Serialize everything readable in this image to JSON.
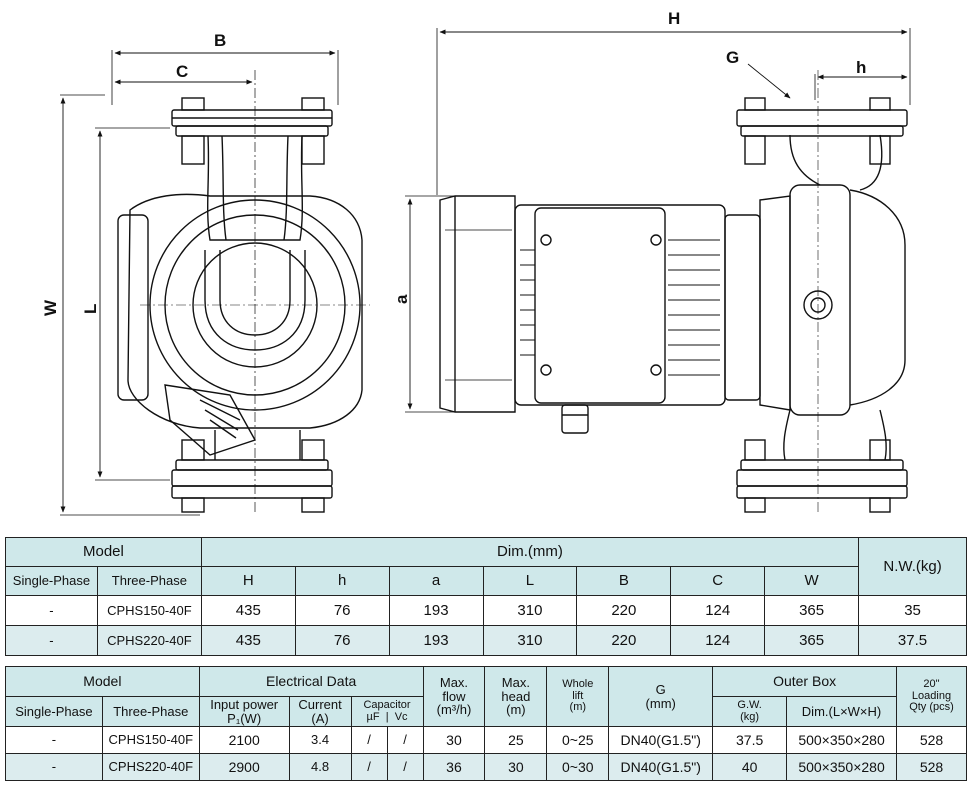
{
  "drawing": {
    "labels": {
      "B": "B",
      "C": "C",
      "W": "W",
      "L": "L",
      "H": "H",
      "G": "G",
      "h": "h",
      "a": "a"
    }
  },
  "table1": {
    "model": "Model",
    "dim": "Dim.(mm)",
    "nw": "N.W.(kg)",
    "single": "Single-Phase",
    "three": "Three-Phase",
    "cols": [
      "H",
      "h",
      "a",
      "L",
      "B",
      "C",
      "W"
    ],
    "rows": [
      {
        "single": "-",
        "three": "CPHS150-40F",
        "vals": [
          "435",
          "76",
          "193",
          "310",
          "220",
          "124",
          "365"
        ],
        "nw": "35"
      },
      {
        "single": "-",
        "three": "CPHS220-40F",
        "vals": [
          "435",
          "76",
          "193",
          "310",
          "220",
          "124",
          "365"
        ],
        "nw": "37.5"
      }
    ]
  },
  "table2": {
    "model": "Model",
    "elec": "Electrical Data",
    "flow1": "Max.",
    "flow2": "flow",
    "flow3": "(m³/h)",
    "head1": "Max.",
    "head2": "head",
    "head3": "(m)",
    "lift1": "Whole",
    "lift2": "lift",
    "lift3": "(m)",
    "g1": "G",
    "g2": "(mm)",
    "outer": "Outer Box",
    "load1": "20\"",
    "load2": "Loading",
    "load3": "Qty (pcs)",
    "single": "Single-Phase",
    "three": "Three-Phase",
    "power1": "Input power",
    "power2": "P₁(W)",
    "current1": "Current",
    "current2": "(A)",
    "cap": "Capacitor",
    "uf": "µF",
    "vc": "Vc",
    "gw1": "G.W.",
    "gw2": "(kg)",
    "dimbox": "Dim.(L×W×H)",
    "rows": [
      {
        "single": "-",
        "three": "CPHS150-40F",
        "power": "2100",
        "current": "3.4",
        "uf": "/",
        "vc": "/",
        "flow": "30",
        "head": "25",
        "lift": "0~25",
        "g": "DN40(G1.5\")",
        "gw": "37.5",
        "box": "500×350×280",
        "qty": "528"
      },
      {
        "single": "-",
        "three": "CPHS220-40F",
        "power": "2900",
        "current": "4.8",
        "uf": "/",
        "vc": "/",
        "flow": "36",
        "head": "30",
        "lift": "0~30",
        "g": "DN40(G1.5\")",
        "gw": "40",
        "box": "500×350×280",
        "qty": "528"
      }
    ]
  }
}
